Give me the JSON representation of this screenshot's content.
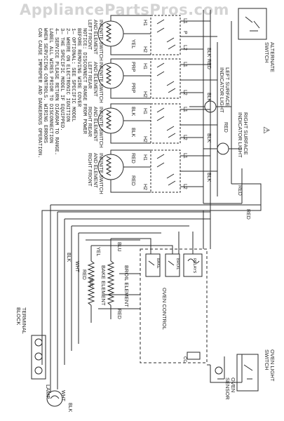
{
  "watermark": "AppliancePartsPros.com",
  "notice": {
    "lines": [
      "NOTICE: DISCONNECT RANGE FROM POWER",
      "BEFORE REMOVING WIRE COVER",
      "1— OPTIONAL: SEE SPECIFIC MODEL",
      "2— WHERE ON ELECTRONIC IGNITION",
      "3— THE SPECIFIC MODEL IF EQUIPPED.",
      "4— SERVICE PLEASE RETURN DIAGRAM TO RANGE.",
      "LABEL ALL WIRES PRIOR TO DISCONNECTION",
      "WHEN SERVICING CONTROLS. WIRING ERRORS",
      "CAN CAUSE IMPROPER AND DANGEROUS OPERATION."
    ]
  },
  "elements": [
    {
      "label_1": "INFINITE SWITCH",
      "label_2": "AND ELEMENT",
      "label_3": "LEFT FRONT",
      "wire": "YEL"
    },
    {
      "label_1": "INFINITE SWITCH",
      "label_2": "AND ELEMENT",
      "label_3": "LEFT REAR",
      "wire": "PRP"
    },
    {
      "label_1": "INFINITE SWITCH",
      "label_2": "AND ELEMENT",
      "label_3": "RIGHT REAR",
      "wire": "BLK"
    },
    {
      "label_1": "INFINITE SWITCH",
      "label_2": "AND ELEMENT",
      "label_3": "RIGHT FRONT",
      "wire": "RED"
    }
  ],
  "terminals": {
    "h1": "H1",
    "h2": "H2",
    "l1": "L1",
    "l2": "L2",
    "p": "P",
    "one": "1",
    "two": "2"
  },
  "right_labels": {
    "alternate_switch_1": "ALTERNATE",
    "alternate_switch_2": "SWITCH",
    "left_indicator_1": "LEFT SURFACE",
    "left_indicator_2": "INDICATOR LIGHT",
    "right_indicator_1": "RIGHT SURFACE",
    "right_indicator_2": "INDICATOR LIGHT",
    "oven_light_switch_1": "OVEN LIGHT",
    "oven_light_switch_2": "SWITCH",
    "oven_sensor_1": "OVEN",
    "oven_sensor_2": "SENSOR"
  },
  "wire_colors": {
    "blk": "BLK",
    "red": "RED",
    "wht": "WHT",
    "blu": "BLU",
    "yel": "YEL",
    "prp": "PRP"
  },
  "oven": {
    "control": "OVEN CONTROL",
    "broil_element": "BROIL ELEMENT",
    "bake_element": "BAKE ELEMENT",
    "terminal_block_1": "TERMINAL",
    "terminal_block_2": "BLOCK",
    "lamp": "LAMP",
    "relays": [
      "BAKE",
      "BROIL",
      "RELAYS"
    ],
    "cc": "CC"
  },
  "colors": {
    "line": "#2a2a2a",
    "watermark": "#d4d4d4",
    "background": "#ffffff"
  }
}
